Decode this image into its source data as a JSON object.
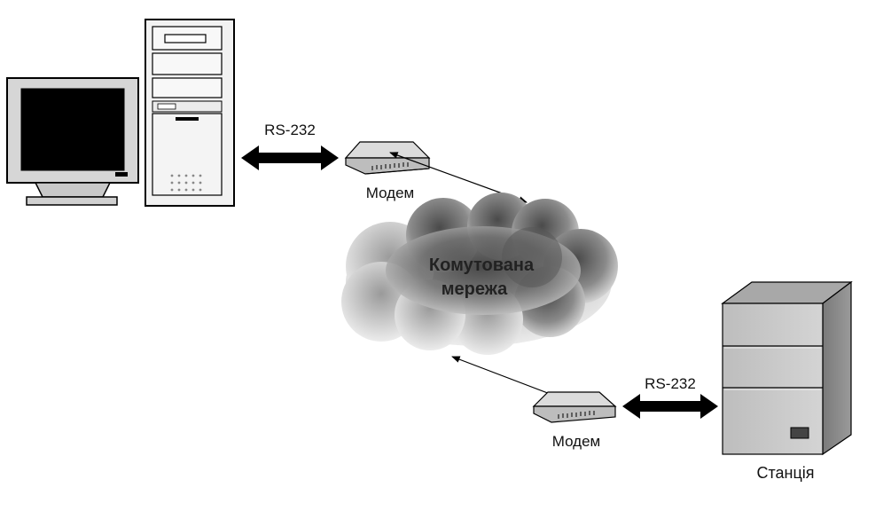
{
  "diagram": {
    "nodes": {
      "pc": {
        "icon": "desktop-computer-icon"
      },
      "modem_top": {
        "label": "Модем",
        "icon": "modem-icon"
      },
      "network": {
        "label_line1": "Комутована",
        "label_line2": "мережа",
        "icon": "cloud-icon"
      },
      "modem_bottom": {
        "label": "Модем",
        "icon": "modem-icon"
      },
      "station": {
        "label": "Станція",
        "icon": "server-cabinet-icon"
      }
    },
    "links": {
      "pc_modem": {
        "label": "RS-232"
      },
      "modem_station": {
        "label": "RS-232"
      }
    },
    "colors": {
      "cloud_dark": "#3a3a3a",
      "cloud_light": "#dcdcdc",
      "device_gray": "#c8c8c8",
      "line": "#000000"
    }
  }
}
